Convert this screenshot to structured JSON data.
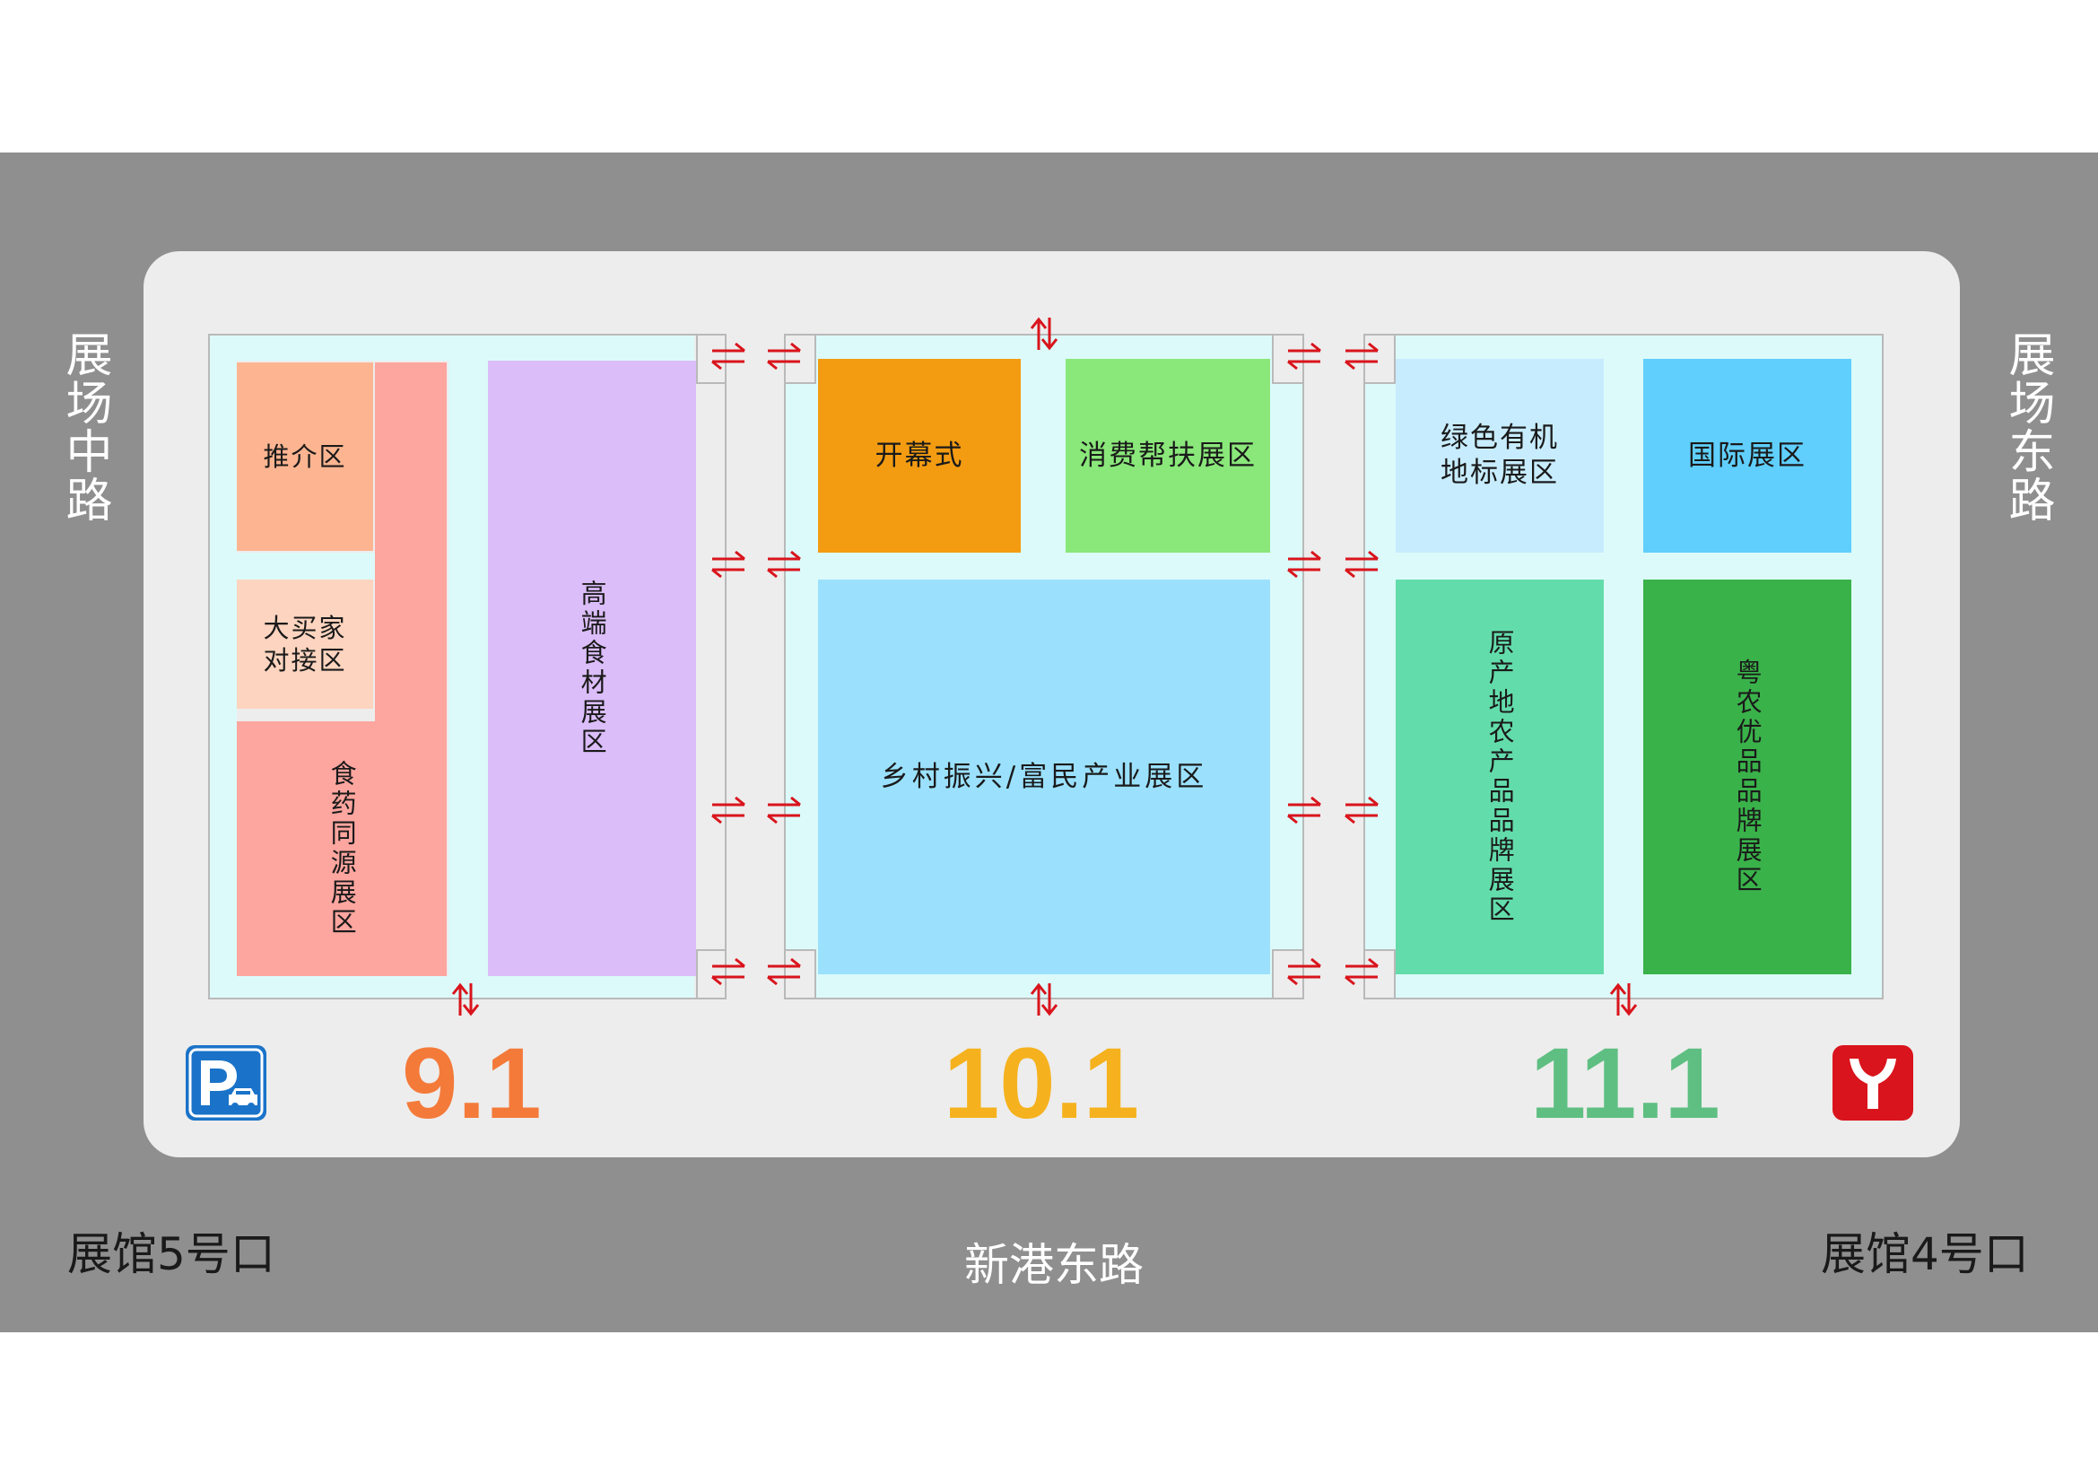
{
  "roads": {
    "west": "展场中路",
    "east": "展场东路",
    "south": "新港东路"
  },
  "gates": {
    "left": "展馆5号口",
    "right": "展馆4号口"
  },
  "halls": {
    "h9": {
      "number": "9.1",
      "color": "#f47a3a",
      "zones": {
        "promo": "推介区",
        "buyer": "大买家\n对接区",
        "food_medicine": "食药同源展区",
        "premium": "高端食材展区"
      }
    },
    "h10": {
      "number": "10.1",
      "color": "#f5b21e",
      "zones": {
        "opening": "开幕式",
        "consume": "消费帮扶展区",
        "rural": "乡村振兴/富民产业展区"
      }
    },
    "h11": {
      "number": "11.1",
      "color": "#5fbf82",
      "zones": {
        "green": "绿色有机\n地标展区",
        "intl": "国际展区",
        "origin": "原产地农产品品牌展区",
        "guangdong": "粤农优品品牌展区"
      }
    }
  },
  "icons": {
    "parking": "parking-icon",
    "metro": "metro-icon"
  },
  "colors": {
    "road": "#8f8f8f",
    "venue": "#ededed",
    "aisle": "#dcfafa",
    "arrow": "#d9141c",
    "parking": "#1a73c8",
    "metro": "#d9141c"
  }
}
